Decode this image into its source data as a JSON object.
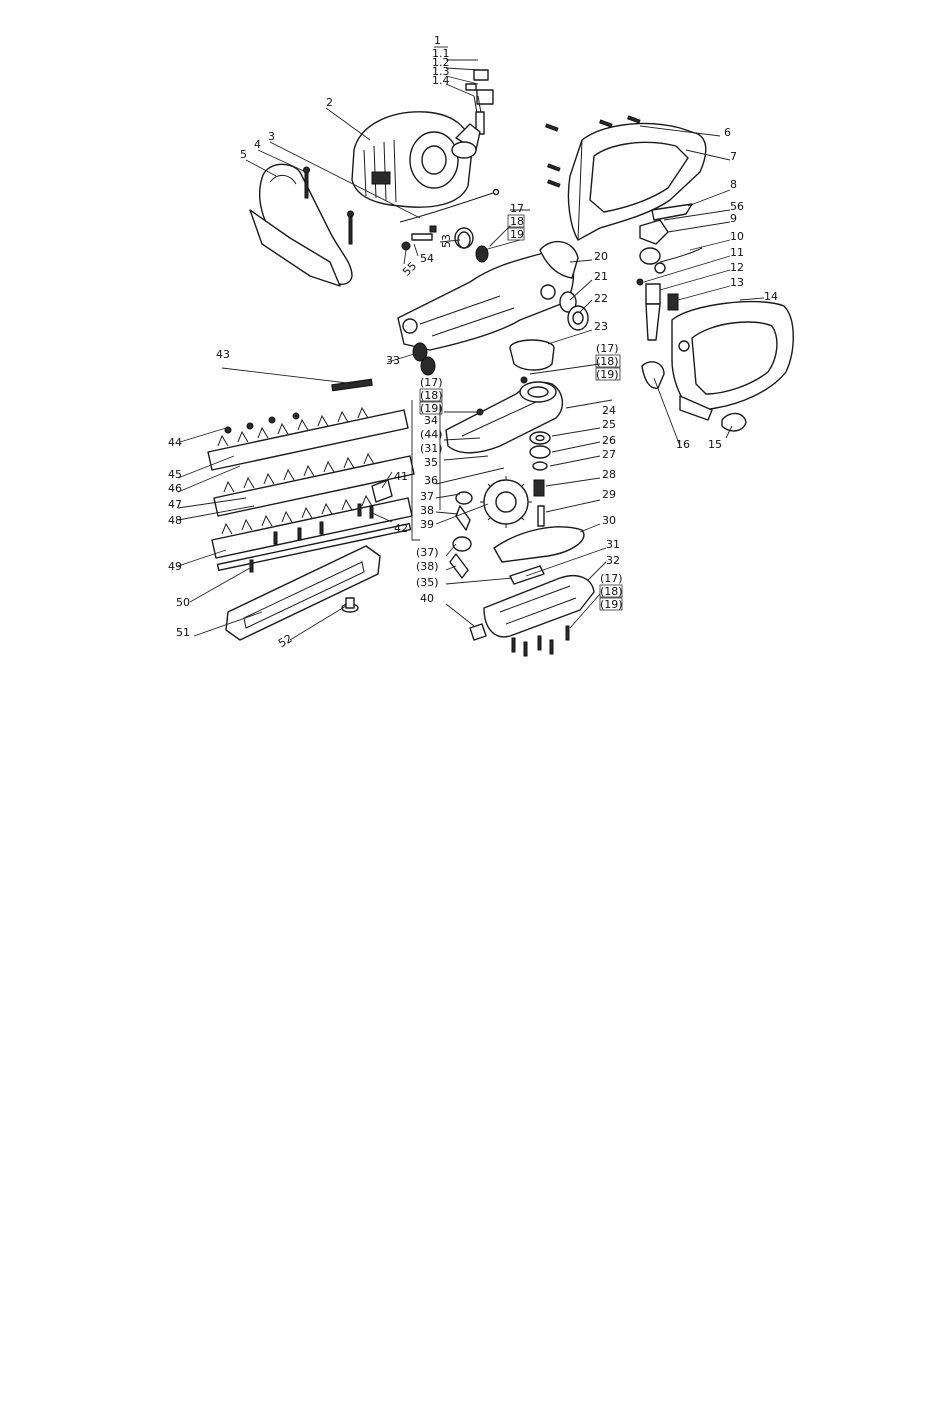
{
  "callouts": [
    {
      "id": "c1",
      "label": "1"
    },
    {
      "id": "c1_1",
      "label": "1.1"
    },
    {
      "id": "c1_2",
      "label": "1.2"
    },
    {
      "id": "c1_3",
      "label": "1.3"
    },
    {
      "id": "c1_4",
      "label": "1.4"
    },
    {
      "id": "c2",
      "label": "2"
    },
    {
      "id": "c3",
      "label": "3"
    },
    {
      "id": "c4",
      "label": "4"
    },
    {
      "id": "c5",
      "label": "5"
    },
    {
      "id": "c6",
      "label": "6"
    },
    {
      "id": "c7",
      "label": "7"
    },
    {
      "id": "c8",
      "label": "8"
    },
    {
      "id": "c56",
      "label": "56"
    },
    {
      "id": "c9",
      "label": "9"
    },
    {
      "id": "c10",
      "label": "10"
    },
    {
      "id": "c11",
      "label": "11"
    },
    {
      "id": "c12",
      "label": "12"
    },
    {
      "id": "c13",
      "label": "13"
    },
    {
      "id": "c14",
      "label": "14"
    },
    {
      "id": "c15",
      "label": "15"
    },
    {
      "id": "c16",
      "label": "16"
    },
    {
      "id": "c17a",
      "label": "17"
    },
    {
      "id": "c18a",
      "label": "18"
    },
    {
      "id": "c19a",
      "label": "19"
    },
    {
      "id": "c20",
      "label": "20"
    },
    {
      "id": "c21",
      "label": "21"
    },
    {
      "id": "c22",
      "label": "22"
    },
    {
      "id": "c23",
      "label": "23"
    },
    {
      "id": "c17b",
      "label": "(17)"
    },
    {
      "id": "c18b",
      "label": "(18)"
    },
    {
      "id": "c19b",
      "label": "(19)"
    },
    {
      "id": "c24",
      "label": "24"
    },
    {
      "id": "c25",
      "label": "25"
    },
    {
      "id": "c26",
      "label": "26"
    },
    {
      "id": "c27",
      "label": "27"
    },
    {
      "id": "c28",
      "label": "28"
    },
    {
      "id": "c29",
      "label": "29"
    },
    {
      "id": "c30",
      "label": "30"
    },
    {
      "id": "c31",
      "label": "31"
    },
    {
      "id": "c32",
      "label": "32"
    },
    {
      "id": "c17c",
      "label": "(17)"
    },
    {
      "id": "c18c",
      "label": "(18)"
    },
    {
      "id": "c19c",
      "label": "(19)"
    },
    {
      "id": "c53",
      "label": "53"
    },
    {
      "id": "c54",
      "label": "54"
    },
    {
      "id": "c55",
      "label": "55"
    },
    {
      "id": "c33",
      "label": "33"
    },
    {
      "id": "c17d",
      "label": "(17)"
    },
    {
      "id": "c18d",
      "label": "(18)"
    },
    {
      "id": "c19d",
      "label": "(19)"
    },
    {
      "id": "c34",
      "label": "34"
    },
    {
      "id": "c44b",
      "label": "(44)"
    },
    {
      "id": "c31b",
      "label": "(31)"
    },
    {
      "id": "c35",
      "label": "35"
    },
    {
      "id": "c36",
      "label": "36"
    },
    {
      "id": "c37",
      "label": "37"
    },
    {
      "id": "c38",
      "label": "38"
    },
    {
      "id": "c39",
      "label": "39"
    },
    {
      "id": "c37b",
      "label": "(37)"
    },
    {
      "id": "c38b",
      "label": "(38)"
    },
    {
      "id": "c35b",
      "label": "(35)"
    },
    {
      "id": "c40",
      "label": "40"
    },
    {
      "id": "c41",
      "label": "41"
    },
    {
      "id": "c42",
      "label": "42"
    },
    {
      "id": "c43",
      "label": "43"
    },
    {
      "id": "c44",
      "label": "44"
    },
    {
      "id": "c45",
      "label": "45"
    },
    {
      "id": "c46",
      "label": "46"
    },
    {
      "id": "c47",
      "label": "47"
    },
    {
      "id": "c48",
      "label": "48"
    },
    {
      "id": "c49",
      "label": "49"
    },
    {
      "id": "c50",
      "label": "50"
    },
    {
      "id": "c51",
      "label": "51"
    },
    {
      "id": "c52",
      "label": "52"
    }
  ]
}
